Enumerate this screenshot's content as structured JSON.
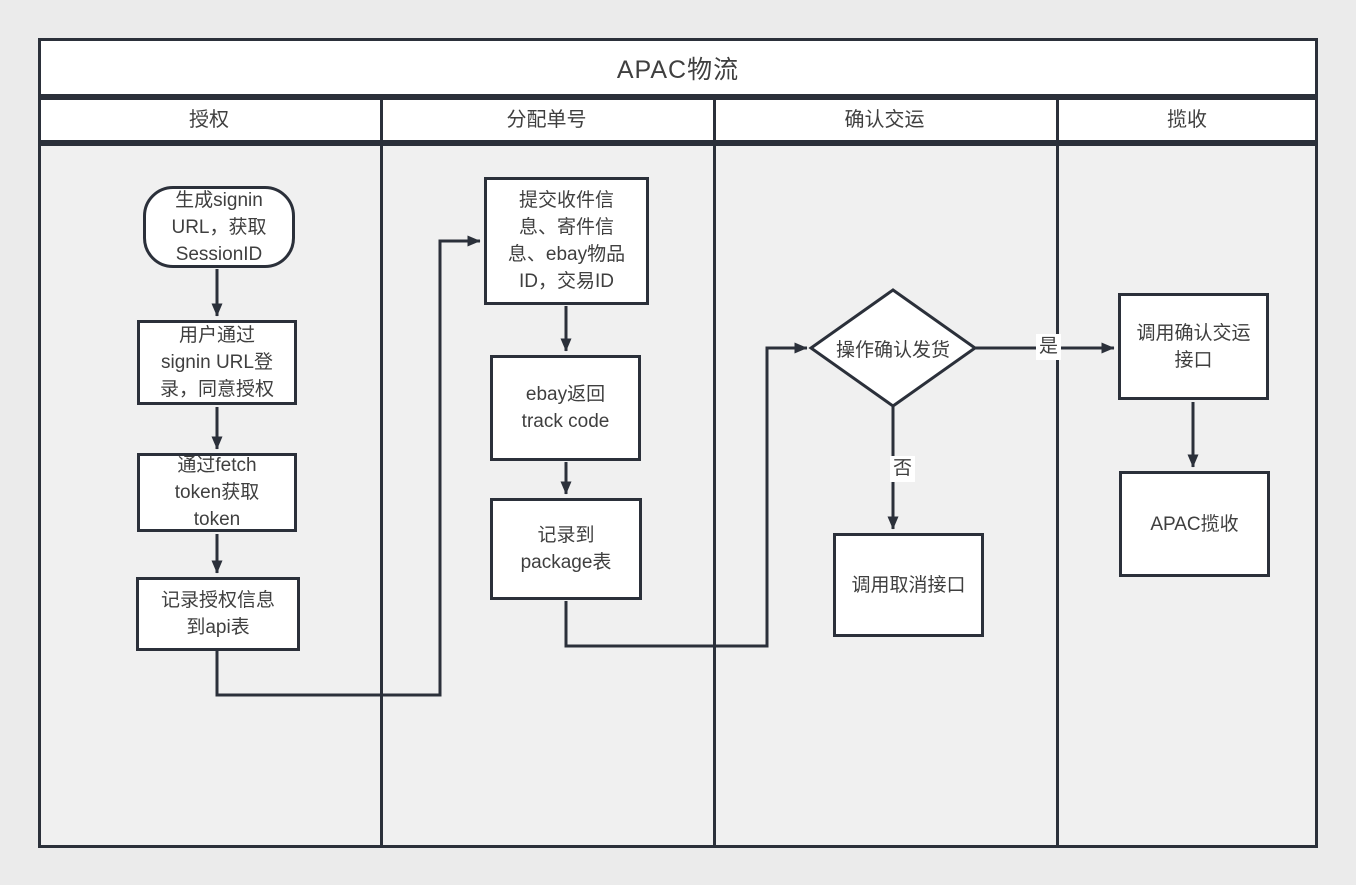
{
  "diagram": {
    "title": "APAC物流",
    "lanes": [
      {
        "label": "授权"
      },
      {
        "label": "分配单号"
      },
      {
        "label": "确认交运"
      },
      {
        "label": "揽收"
      }
    ],
    "nodes": {
      "gen_signin": {
        "shape": "rounded-rectangle",
        "text": "生成signin\nURL，获取\nSessionID"
      },
      "user_login": {
        "shape": "rectangle",
        "text": "用户通过\nsignin URL登\n录，同意授权"
      },
      "fetch_token": {
        "shape": "rectangle",
        "text": "通过fetch\ntoken获取\ntoken"
      },
      "record_api": {
        "shape": "rectangle",
        "text": "记录授权信息\n到api表"
      },
      "submit_info": {
        "shape": "rectangle",
        "text": "提交收件信\n息、寄件信\n息、ebay物品\nID，交易ID"
      },
      "ebay_track": {
        "shape": "rectangle",
        "text": "ebay返回\ntrack code"
      },
      "record_package": {
        "shape": "rectangle",
        "text": "记录到\npackage表"
      },
      "confirm_ship_decision": {
        "shape": "diamond",
        "text": "操作确认发货"
      },
      "call_cancel": {
        "shape": "rectangle",
        "text": "调用取消接口"
      },
      "call_confirm": {
        "shape": "rectangle",
        "text": "调用确认交运\n接口"
      },
      "apac_pickup": {
        "shape": "rectangle",
        "text": "APAC揽收"
      }
    },
    "edge_labels": {
      "yes": "是",
      "no": "否"
    },
    "colors": {
      "line": "#2b303a",
      "node_fill": "#ffffff",
      "lane_fill": "#f0f0f0",
      "page_bg": "#ebebeb",
      "text": "#3f3f3f"
    }
  }
}
